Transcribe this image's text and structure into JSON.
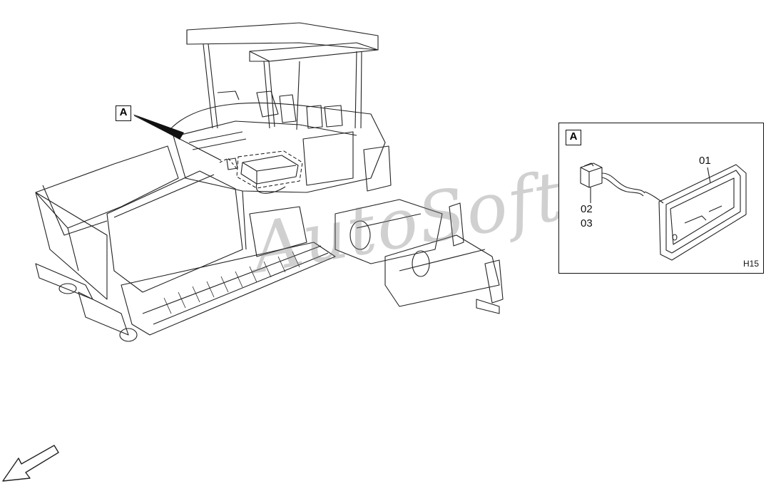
{
  "callouts": {
    "main_view": "A",
    "detail_view": "A"
  },
  "detail": {
    "part_lamp": "01",
    "part_connector_1": "02",
    "part_connector_2": "03",
    "sheet_code": "H15"
  },
  "watermark": "AutoSoft",
  "icons": {
    "direction": "arrow-down-left-icon"
  }
}
